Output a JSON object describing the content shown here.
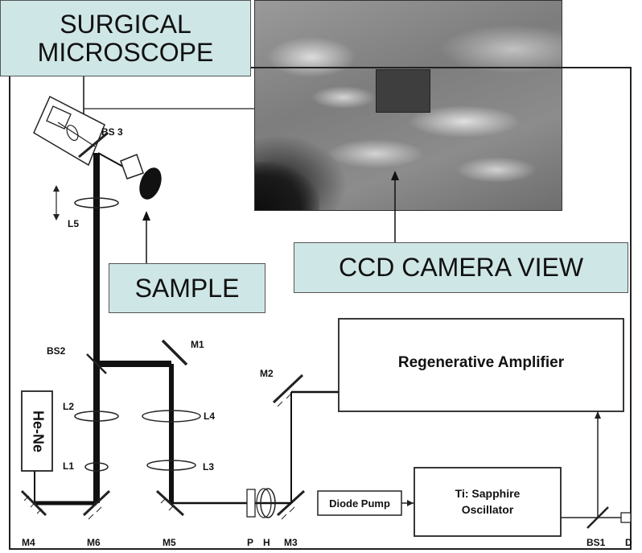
{
  "callouts": {
    "surgical_line1": "SURGICAL",
    "surgical_line2": "MICROSCOPE",
    "ccd": "CCD CAMERA VIEW",
    "sample": "SAMPLE"
  },
  "boxes": {
    "regen": "Regenerative Amplifier",
    "oscillator_line1": "Ti: Sapphire",
    "oscillator_line2": "Oscillator",
    "diode": "Diode Pump",
    "laser": "He-Ne"
  },
  "labels": {
    "bs3": "BS 3",
    "l5": "L5",
    "bs2": "BS2",
    "m1": "M1",
    "m2": "M2",
    "l2": "L2",
    "l4": "L4",
    "l1": "L1",
    "l3": "L3",
    "m4": "M4",
    "m6": "M6",
    "m5": "M5",
    "p": "P",
    "h": "H",
    "m3": "M3",
    "bs1": "BS1",
    "d": "D"
  }
}
